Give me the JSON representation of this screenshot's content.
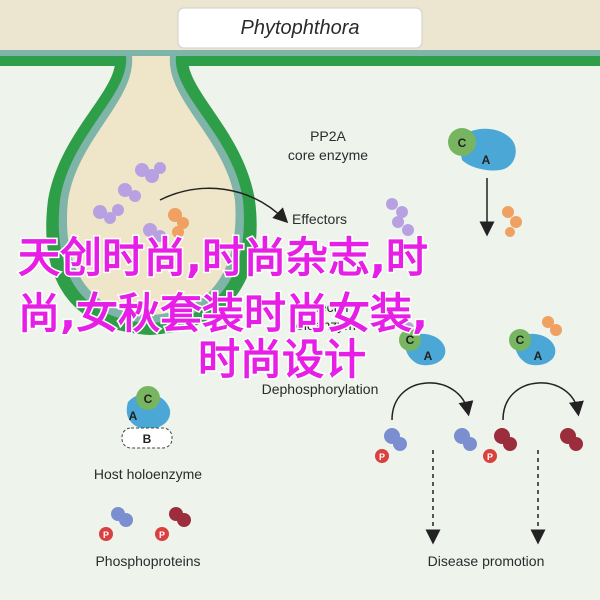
{
  "title": "Phytophthora",
  "labels": {
    "pp2a_line1": "PP2A",
    "pp2a_line2": "core enzyme",
    "effectors": "Effectors",
    "effector_holo_line1": "Effector",
    "effector_holo_line2": "holoenzyme",
    "dephosphorylation": "Dephosphorylation",
    "host_holoenzyme": "Host holoenzyme",
    "phosphoproteins": "Phosphoproteins",
    "disease_promotion": "Disease promotion"
  },
  "subunits": {
    "c": "C",
    "a": "A",
    "b": "B",
    "p": "P"
  },
  "watermark": {
    "line1": "天创时尚,时尚杂志,时",
    "line2": "尚,女秋套装时尚女装,",
    "line3": "时尚设计"
  },
  "colors": {
    "background": "#eef3ec",
    "host_membrane": "#2e9e48",
    "haustorium_fill": "#efe5c9",
    "haustorium_border": "#6ea9a0",
    "subunit_a": "#4aa7d6",
    "subunit_c": "#77b560",
    "subunit_b": "#ffffff",
    "phospho_p": "#d94040",
    "protein_blue": "#7b8fd0",
    "protein_red": "#9b2d3c",
    "effector_purple": "#b8a1e3",
    "effector_orange": "#f0a060",
    "watermark": "#e61ee6"
  }
}
